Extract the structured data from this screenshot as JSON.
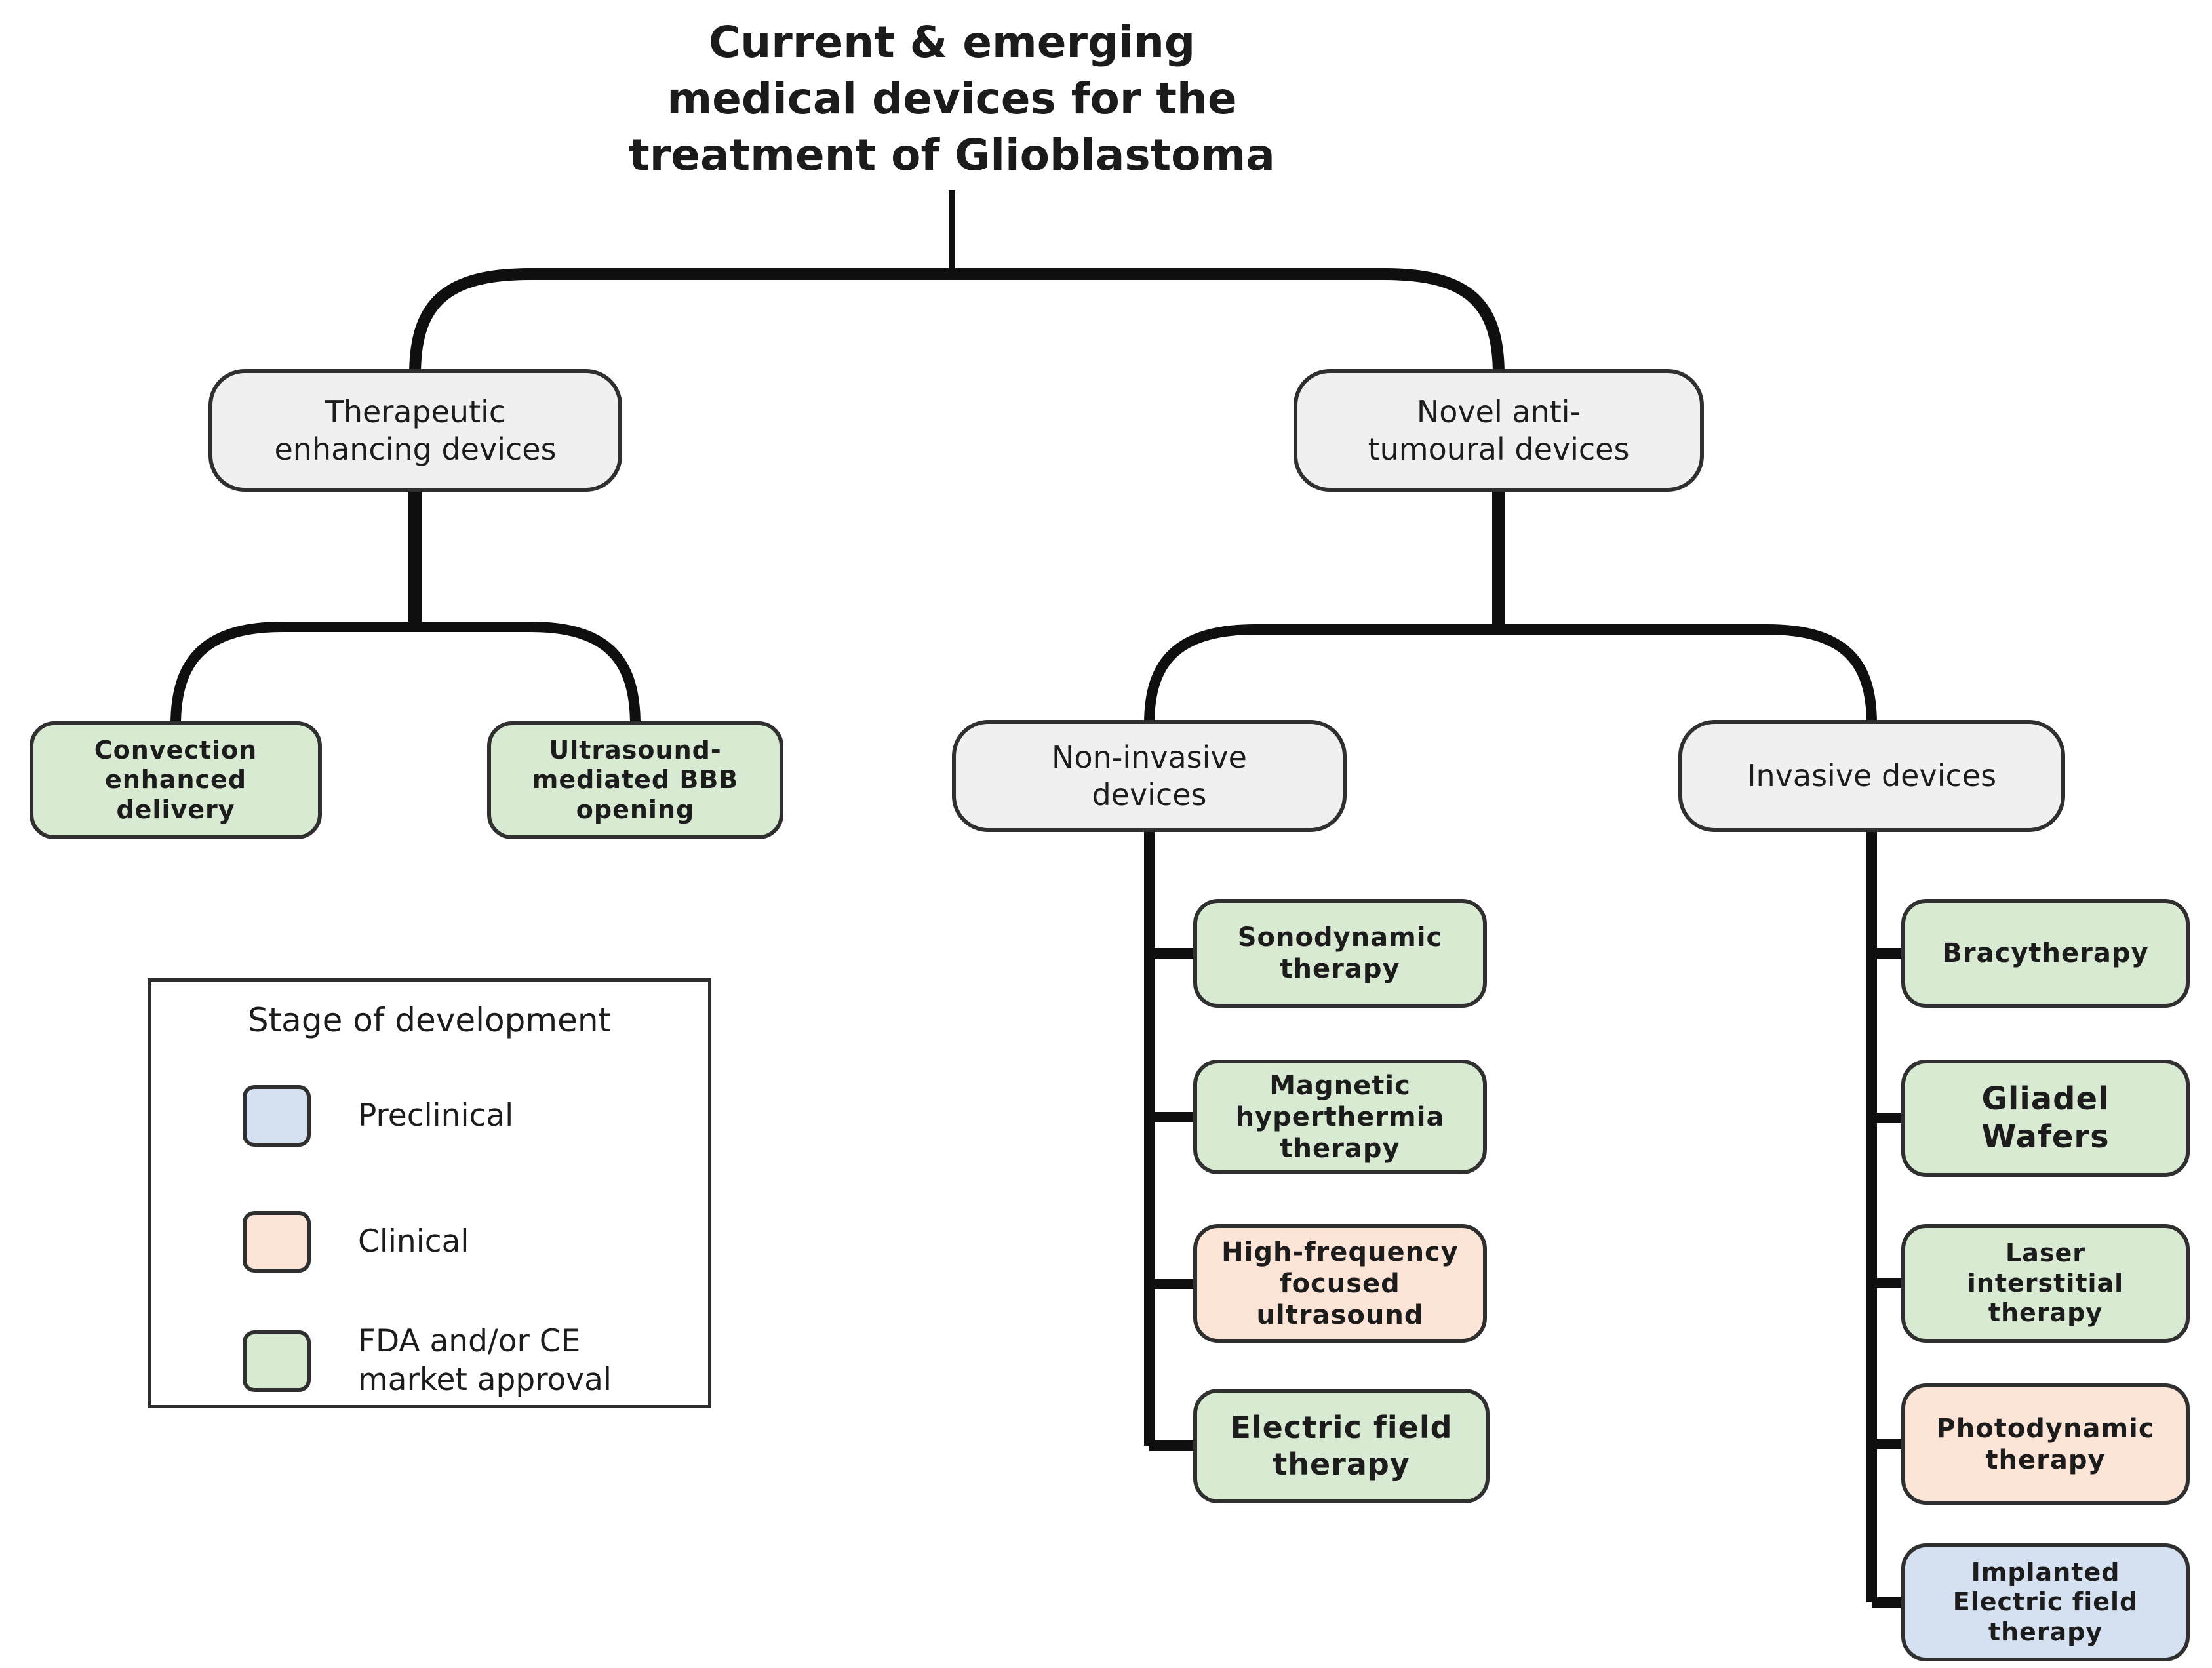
{
  "title": "Current & emerging\nmedical devices for the\ntreatment of Glioblastoma",
  "stage_colors": {
    "preclinical": "#d5e1f1",
    "clinical": "#fce4d6",
    "approved": "#d9ead3",
    "category": "#f0f0f0"
  },
  "nodes": {
    "therapeutic": {
      "label": "Therapeutic\nenhancing devices"
    },
    "novel": {
      "label": "Novel anti-\ntumoural devices"
    },
    "convection": {
      "label": "Convection\nenhanced\ndelivery"
    },
    "ultrasound_bbb": {
      "label": "Ultrasound-\nmediated BBB\nopening"
    },
    "non_invasive": {
      "label": "Non-invasive\ndevices"
    },
    "invasive": {
      "label": "Invasive devices"
    },
    "sonodynamic": {
      "label": "Sonodynamic\ntherapy"
    },
    "magnetic": {
      "label": "Magnetic\nhyperthermia\ntherapy"
    },
    "hifu": {
      "label": "High-frequency\nfocused\nultrasound"
    },
    "electric_field": {
      "label": "Electric field\ntherapy"
    },
    "bracytherapy": {
      "label": "Bracytherapy"
    },
    "gliadel": {
      "label": "Gliadel\nWafers"
    },
    "laser": {
      "label": "Laser\ninterstitial\ntherapy"
    },
    "photodynamic": {
      "label": "Photodynamic\ntherapy"
    },
    "implanted": {
      "label": "Implanted\nElectric field\ntherapy"
    }
  },
  "legend": {
    "title": "Stage of development",
    "items": [
      {
        "label": "Preclinical",
        "color_key": "preclinical"
      },
      {
        "label": "Clinical",
        "color_key": "clinical"
      },
      {
        "label": "FDA and/or CE\nmarket approval",
        "color_key": "approved"
      }
    ]
  }
}
